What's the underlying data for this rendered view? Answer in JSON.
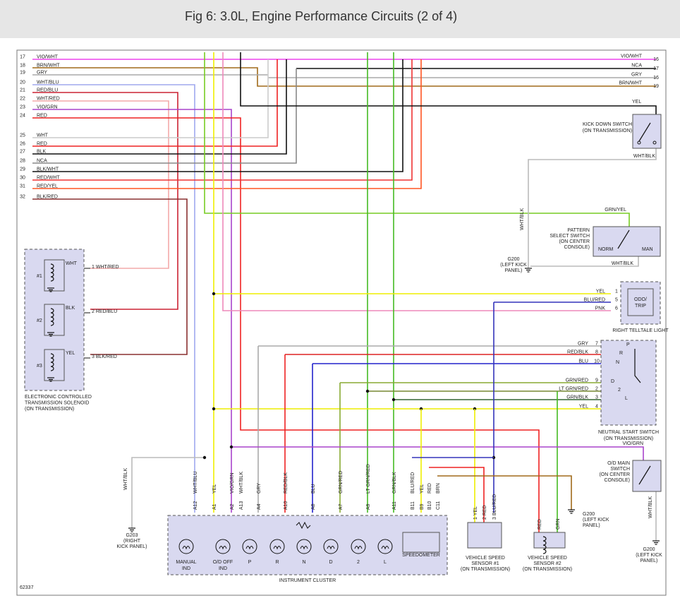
{
  "title": "Fig 6: 3.0L, Engine Performance Circuits (2 of 4)",
  "figure_number": "62337",
  "colors": {
    "VIO": "#ee44ee",
    "BRN": "#a06a1a",
    "GRY": "#aaaaaa",
    "WHT_BLU": "#a0a8ee",
    "RED_BLU": "#cc2233",
    "WHT_RED": "#f4aaaa",
    "VIO_GRN": "#aa44cc",
    "RED": "#ee2222",
    "WHT": "#cccccc",
    "BLK": "#111111",
    "NCA": "#888888",
    "RED_WHT": "#ee3333",
    "RED_YEL": "#ff5522",
    "BLK_RED": "#8a3030",
    "YEL": "#eeee00",
    "GRN": "#44bb22",
    "GRN_YEL": "#77cc22",
    "BLU": "#2222cc",
    "BLU_RED": "#3333bb",
    "PNK": "#ee88bb",
    "RED_BLK": "#dd2222",
    "GRN_RED": "#88aa33",
    "LT_GRN_RED": "#778833",
    "GRN_BLK": "#336633",
    "WHT_BLK": "#bbbbbb",
    "component_fill": "#d9d9f0"
  },
  "left_wires": [
    {
      "num": "17",
      "label": "VIO/WHT"
    },
    {
      "num": "18",
      "label": "BRN/WHT"
    },
    {
      "num": "19",
      "label": "GRY"
    },
    {
      "num": "20",
      "label": "WHT/BLU"
    },
    {
      "num": "21",
      "label": "RED/BLU"
    },
    {
      "num": "22",
      "label": "WHT/RED"
    },
    {
      "num": "23",
      "label": "VIO/GRN"
    },
    {
      "num": "24",
      "label": "RED"
    },
    {
      "num": "25",
      "label": "WHT"
    },
    {
      "num": "26",
      "label": "RED"
    },
    {
      "num": "27",
      "label": "BLK"
    },
    {
      "num": "28",
      "label": "NCA"
    },
    {
      "num": "29",
      "label": "BLK/WHT"
    },
    {
      "num": "30",
      "label": "RED/WHT"
    },
    {
      "num": "31",
      "label": "RED/YEL"
    },
    {
      "num": "32",
      "label": "BLK/RED"
    }
  ],
  "right_wires": [
    {
      "num": "16",
      "label": "VIO/WHT"
    },
    {
      "num": "17",
      "label": "NCA"
    },
    {
      "num": "16",
      "label": "GRY"
    },
    {
      "num": "19",
      "label": "BRN/WHT"
    }
  ],
  "solenoid": {
    "name_lines": [
      "ELECTRONIC CONTROLLED",
      "TRANSMISSION SOLENOID",
      "(ON TRANSMISSION)"
    ],
    "items": [
      {
        "id": "#1",
        "wire": "WHT",
        "pin": "1",
        "label": "WHT/RED"
      },
      {
        "id": "#2",
        "wire": "BLK",
        "pin": "2",
        "label": "RED/BLU"
      },
      {
        "id": "#3",
        "wire": "YEL",
        "pin": "3",
        "label": "BLK/RED"
      }
    ]
  },
  "kickdown": {
    "wire_in": "YEL",
    "wire_out": "WHT/BLK",
    "name_lines": [
      "KICK DOWN SWITCH",
      "(ON TRANSMISSION)"
    ]
  },
  "pattern": {
    "wire_in": "GRN/YEL",
    "wire_out": "WHT/BLK",
    "name_lines": [
      "PATTERN",
      "SELECT SWITCH",
      "(ON CENTER",
      "CONSOLE)"
    ],
    "pos_norm": "NORM",
    "pos_man": "MAN"
  },
  "g200_top": {
    "wire": "WHT/BLK",
    "name_lines": [
      "G200",
      "(LEFT KICK",
      "PANEL)"
    ]
  },
  "telltale": {
    "name": "RIGHT TELLTALE LIGHT",
    "display_lines": [
      "ODO/",
      "TRIP"
    ],
    "pins": [
      {
        "label": "YEL",
        "pin": "1"
      },
      {
        "label": "BLU/RED",
        "pin": "5"
      },
      {
        "label": "PNK",
        "pin": "6"
      }
    ]
  },
  "neutral": {
    "name_lines": [
      "NEUTRAL START SWITCH",
      "(ON TRANSMISSION)"
    ],
    "pins": [
      {
        "label": "GRY",
        "pin": "7"
      },
      {
        "label": "RED/BLK",
        "pin": "8"
      },
      {
        "label": "BLU",
        "pin": "10"
      },
      {
        "label": "GRN/RED",
        "pin": "9"
      },
      {
        "label": "LT GRN/RED",
        "pin": "2"
      },
      {
        "label": "GRN/BLK",
        "pin": "3"
      },
      {
        "label": "YEL",
        "pin": "4"
      }
    ],
    "positions": [
      "P",
      "R",
      "N",
      "D",
      "2",
      "L"
    ]
  },
  "od_main": {
    "wire_in": "VIO/GRN",
    "wire_out": "WHT/BLK",
    "name_lines": [
      "O/D MAIN",
      "SWITCH",
      "(ON CENTER",
      "CONSOLE)"
    ],
    "ground_lines": [
      "G200",
      "(LEFT KICK",
      "PANEL)"
    ]
  },
  "cluster": {
    "name": "INSTRUMENT CLUSTER",
    "pins": [
      {
        "pin": "A12",
        "wire": "WHT/BLU"
      },
      {
        "pin": "A1",
        "wire": "YEL"
      },
      {
        "pin": "A2",
        "wire": "VIO/GRN"
      },
      {
        "pin": "A13",
        "wire": "WHT/BLK"
      },
      {
        "pin": "A4",
        "wire": "GRY"
      },
      {
        "pin": "A10",
        "wire": "RED/BLK"
      },
      {
        "pin": "A8",
        "wire": "BLU"
      },
      {
        "pin": "A7",
        "wire": "GRN/RED"
      },
      {
        "pin": "A9",
        "wire": "LT GRN/RED"
      },
      {
        "pin": "A11",
        "wire": "GRN/BLK"
      },
      {
        "pin": "B11",
        "wire": "BLU/RED"
      },
      {
        "pin": "B9",
        "wire": "YEL"
      },
      {
        "pin": "B10",
        "wire": "RED"
      },
      {
        "pin": "C11",
        "wire": "BRN"
      }
    ],
    "indicators": [
      {
        "label": "MANUAL",
        "label2": "IND"
      },
      {
        "label": "O/D OFF",
        "label2": "IND"
      },
      {
        "label": "P",
        "label2": ""
      },
      {
        "label": "R",
        "label2": ""
      },
      {
        "label": "N",
        "label2": ""
      },
      {
        "label": "D",
        "label2": ""
      },
      {
        "label": "2",
        "label2": ""
      },
      {
        "label": "L",
        "label2": ""
      }
    ],
    "speedometer": "SPEEDOMETER"
  },
  "g203": {
    "wire": "WHT/BLK",
    "name_lines": [
      "G203",
      "(RIGHT",
      "KICK PANEL)"
    ]
  },
  "vss1": {
    "name_lines": [
      "VEHICLE SPEED",
      "SENSOR #1",
      "(ON TRANSMISSION)"
    ],
    "pins": [
      {
        "pin": "1",
        "wire": "YEL"
      },
      {
        "pin": "2",
        "wire": "RED"
      },
      {
        "pin": "3",
        "wire": "BLU/RED"
      }
    ]
  },
  "vss2": {
    "name_lines": [
      "VEHICLE SPEED",
      "SENSOR #2",
      "(ON TRANSMISSION)"
    ],
    "wires": [
      "RED",
      "GRN"
    ]
  },
  "g200_mid": {
    "name_lines": [
      "G200",
      "(LEFT KICK",
      "PANEL)"
    ]
  }
}
